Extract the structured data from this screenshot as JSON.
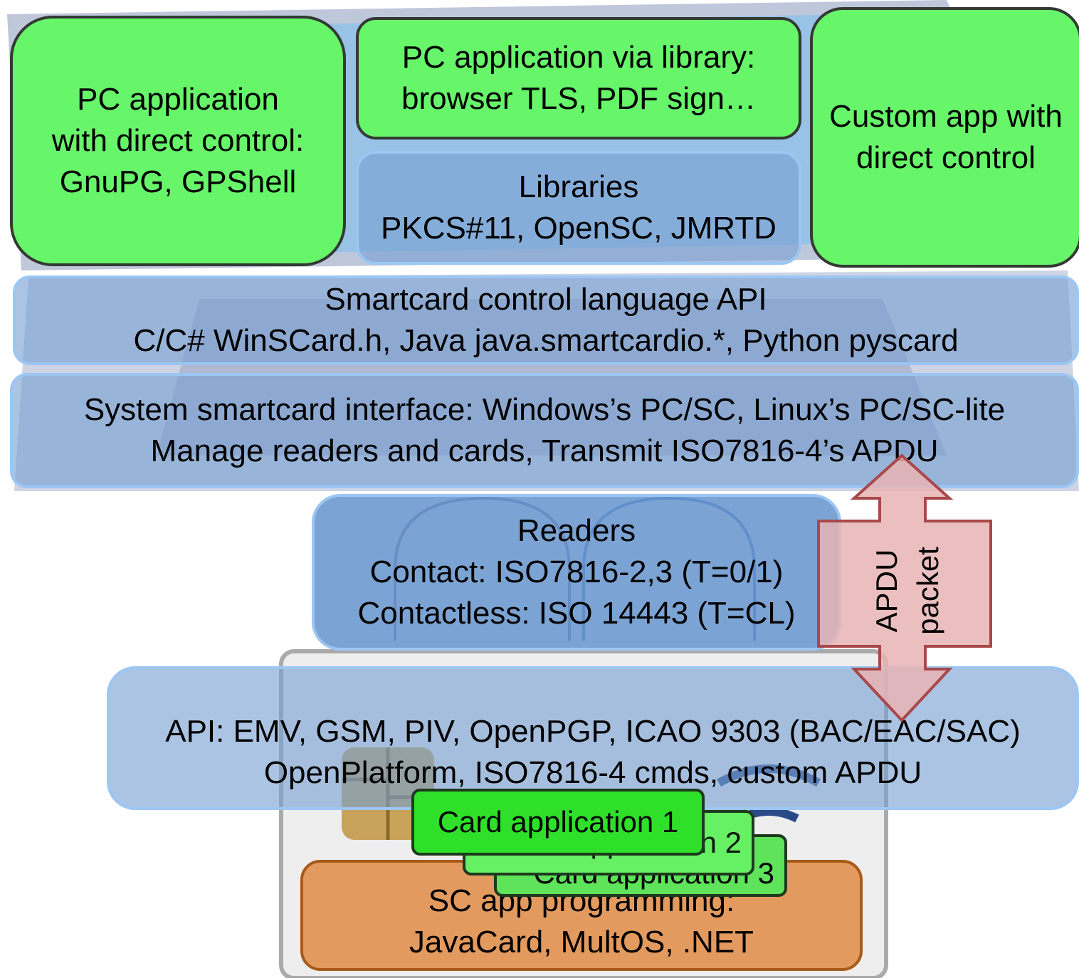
{
  "pc_app_direct": {
    "lines": [
      "PC application",
      "with direct control:",
      "GnuPG, GPShell"
    ]
  },
  "pc_app_library": {
    "lines": [
      "PC application via library:",
      "browser TLS, PDF sign…"
    ]
  },
  "custom_app": {
    "lines": [
      "Custom app with",
      "direct control"
    ]
  },
  "libraries": {
    "lines": [
      "Libraries",
      "PKCS#11, OpenSC, JMRTD"
    ]
  },
  "control_api": {
    "lines": [
      "Smartcard control language API",
      "C/C# WinSCard.h, Java java.smartcardio.*, Python pyscard"
    ]
  },
  "system_interface": {
    "lines": [
      "System smartcard interface: Windows’s PC/SC, Linux’s PC/SC-lite",
      "Manage readers and cards, Transmit ISO7816-4’s APDU"
    ]
  },
  "readers": {
    "lines": [
      "Readers",
      "Contact: ISO7816-2,3 (T=0/1)",
      "Contactless: ISO 14443 (T=CL)"
    ]
  },
  "apdu_arrow": {
    "lines": [
      "APDU",
      "packet"
    ]
  },
  "card_api": {
    "lines": [
      "API: EMV, GSM, PIV, OpenPGP, ICAO 9303 (BAC/EAC/SAC)",
      "OpenPlatform, ISO7816-4 cmds, custom APDU"
    ]
  },
  "card_apps": [
    "Card application 1",
    "Card application 2",
    "Card application 3"
  ],
  "sc_programming": {
    "lines": [
      "SC app programming:",
      "JavaCard, MultOS, .NET"
    ]
  },
  "colors": {
    "app_green": "#67f56a",
    "layer_blue": "#7aa0d2",
    "card_orange": "#e39a5e",
    "arrow_pink": "#e8b4b4",
    "arrow_border": "#a8484a"
  }
}
